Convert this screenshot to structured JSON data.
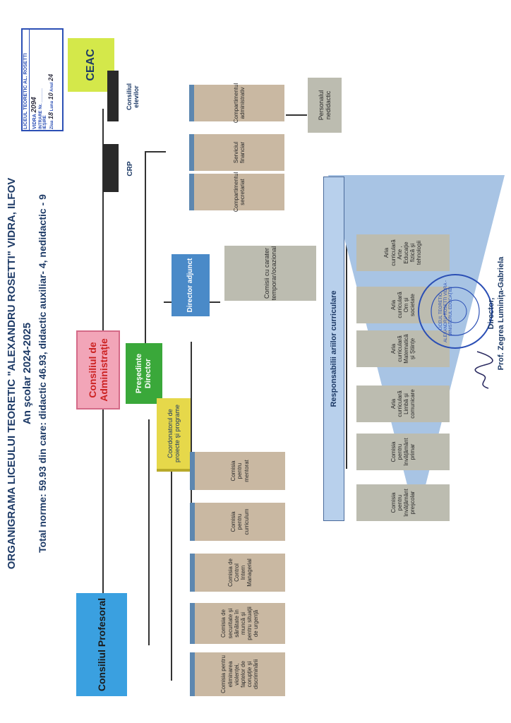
{
  "header": {
    "title": "ORGANIGRAMA LICEULUI TEORETIC \"ALEXANDRU ROSETTI\" VIDRA, ILFOV",
    "subtitle": "An şcolar 2024-2025",
    "norms": "Total norme: 59.93 din care: didactic 46.93, didactic auxiliar- 4, nedidactic - 9"
  },
  "registry_stamp": {
    "line1": "LICEUL TEORETIC AL. ROSETTI",
    "line2": "VIDRA",
    "year_written": "2094",
    "intrare": "INTRARE",
    "iesire": "IEŞIRE",
    "nr_label": "Nr.",
    "ziua_label": "Ziua",
    "ziua_value": "18",
    "luna_label": "Luna",
    "luna_value": "10",
    "anul_label": "Anul",
    "anul_value": "24"
  },
  "nodes": {
    "consiliul_profesoral": "Consiliul Profesoral",
    "consiliul_administratie": "Consiliul de Administraţie",
    "presedinte_director": "Preşedinte Director",
    "ceac": "CEAC",
    "crp": "CRP",
    "consiliul_elevilor": "Consiliul elevilor",
    "director_adjunct": "Director adjunct",
    "comisii_temporare": "Comisii cu carater temporar/ocazional",
    "coordonator": "Coordonatorul de proiecte şi programe",
    "responsabili": "Responsabilii ariilor curriculare",
    "personal_nedidactic": "Personalul nedidactic"
  },
  "commissions": [
    "Comisia pentru mentorat",
    "Comisia pentru curriculum",
    "Comisia de Control Intern Managerial",
    "Comisia de securitate şi sănătate în muncă şi pentru situaţii de urgenţă",
    "Comisia pentru eliminarea violenţei, faptelor de corupţie şi discriminării"
  ],
  "curricular_areas": [
    "Aria curriculară Arte , Educaţie fizică şi tehnologii",
    "Aria curriculară Om şi societate",
    "Aria curriculară Matematică şi Ştiinţe",
    "Aria curriculară Limbă şi comunicare",
    "Comisia pentru învăţământ primar",
    "Comisia pentru învăţământ preşcolar"
  ],
  "admin_boxes": [
    "Compartimentul administrativ",
    "Serviciul financiar",
    "Compartimentul secretariat"
  ],
  "signature": {
    "role": "Director,",
    "name": "Prof. Zegrea Luminiţa-Gabriela"
  },
  "seal_text": "LICEUL TEORETIC ALEXANDRU ROSETTI VIDRA - MINISTERUL EDUCAŢIEI",
  "colors": {
    "consiliul_profesoral": "#3aa0e0",
    "consiliul_administratie": "#f2a5b8",
    "consiliul_administratie_text": "#cc2222",
    "presedinte": "#3aa83a",
    "ceac": "#d4e84a",
    "coordonator": "#e6d84a",
    "director_adjunct": "#4a8ac8",
    "box_tan": "#c9b8a2",
    "box_top": "#5d87b0",
    "box_gray": "#bcbcb0",
    "triangle": "#a8c4e4",
    "stamp_blue": "#2b4fb5"
  }
}
